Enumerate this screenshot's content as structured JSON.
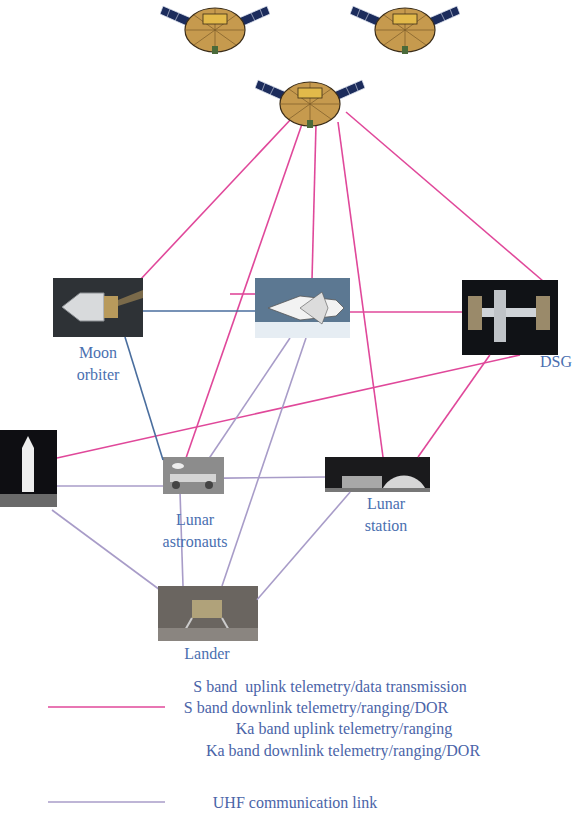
{
  "diagram": {
    "nodes": [
      {
        "text": [
          "Moon orbiter"
        ]
      },
      {
        "text": [
          "DSG"
        ]
      },
      {
        "text": [
          "Lunar astronauts"
        ]
      },
      {
        "text": [
          "Lunar station"
        ]
      },
      {
        "text": [
          "Lander"
        ]
      }
    ],
    "edges": [
      {
        "from": 0,
        "to": 2,
        "arrow": "none"
      },
      {
        "from": 1,
        "to": 3,
        "arrow": "none"
      },
      {
        "from": 2,
        "to": 3,
        "arrow": "none"
      },
      {
        "from": 2,
        "to": 4,
        "arrow": "none"
      },
      {
        "from": 3,
        "to": 4,
        "arrow": "none"
      }
    ],
    "legend": [
      {
        "text": "S band  uplink telemetry/data transmission"
      },
      {
        "text": "S band downlink telemetry/ranging/DOR"
      },
      {
        "text": "Ka band uplink telemetry/ranging"
      },
      {
        "text": "Ka band downlink telemetry/ranging/DOR"
      },
      {
        "text": "UHF communication link"
      }
    ]
  }
}
